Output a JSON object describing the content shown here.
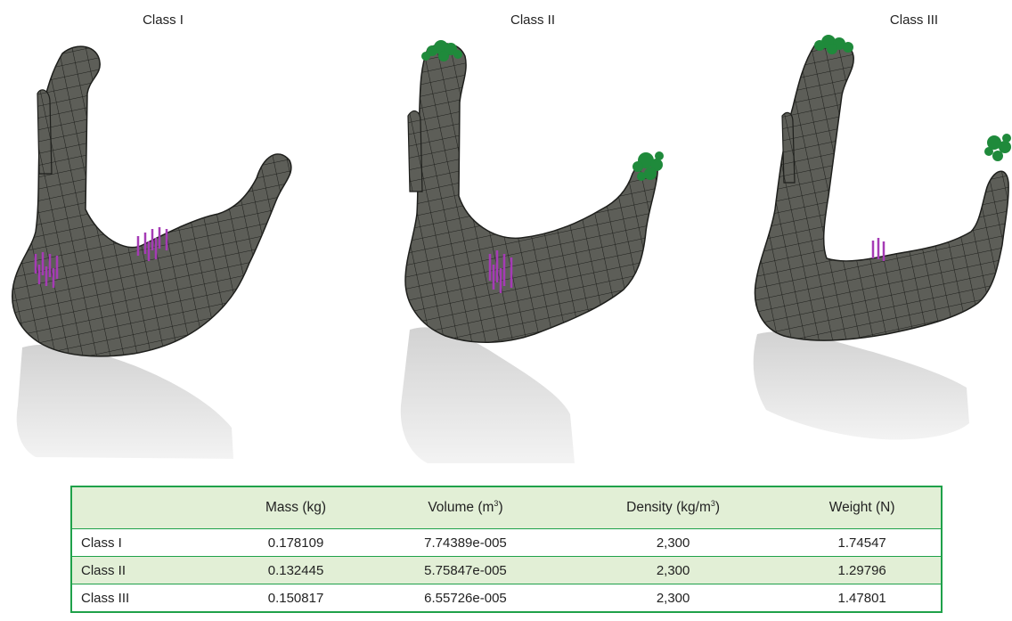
{
  "figure": {
    "panels": [
      {
        "label": "Class I"
      },
      {
        "label": "Class II"
      },
      {
        "label": "Class III"
      }
    ]
  },
  "table": {
    "headers": {
      "blank": "",
      "mass": "Mass (kg)",
      "volume": "Volume (m",
      "volume_sup": "3",
      "volume_end": ")",
      "density": "Density (kg/m",
      "density_sup": "3",
      "density_end": ")",
      "weight": "Weight (N)"
    },
    "rows": [
      {
        "name": "Class I",
        "mass": "0.178109",
        "volume": "7.74389e-005",
        "density": "2,300",
        "weight": "1.74547"
      },
      {
        "name": "Class II",
        "mass": "0.132445",
        "volume": "5.75847e-005",
        "density": "2,300",
        "weight": "1.29796"
      },
      {
        "name": "Class III",
        "mass": "0.150817",
        "volume": "6.55726e-005",
        "density": "2,300",
        "weight": "1.47801"
      }
    ]
  },
  "colors": {
    "mesh_fill": "#5d5e58",
    "mesh_line": "#1e1f1c",
    "shadow": "#d9d9d9",
    "load_arrows": "#a53bb5",
    "fixed_support": "#1f8a3b",
    "table_border": "#1fa14a",
    "table_shade": "#e2efd6"
  }
}
